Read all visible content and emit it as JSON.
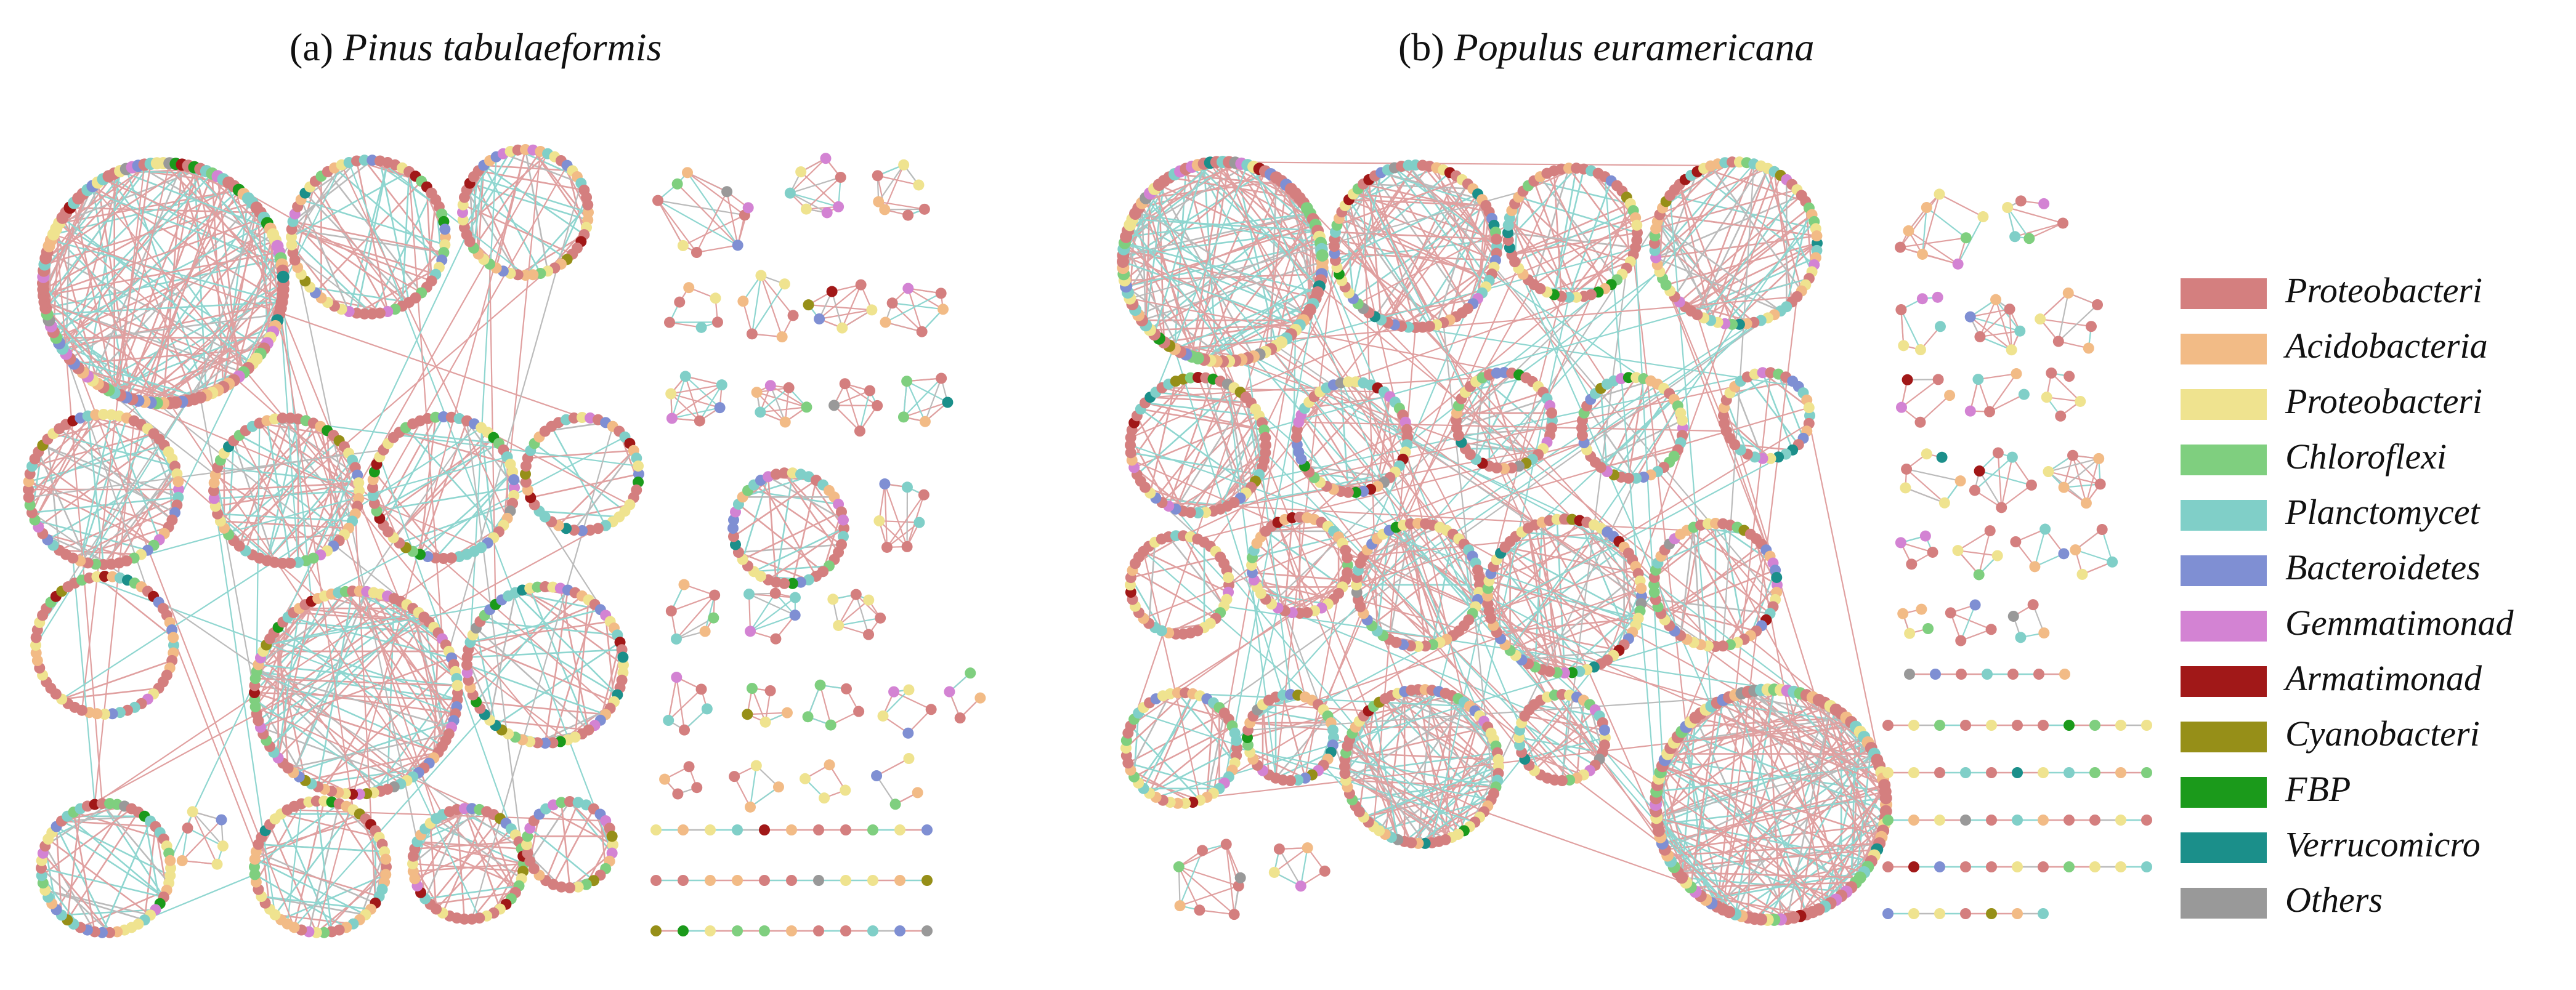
{
  "panels": [
    {
      "letter": "(a)",
      "species": "Pinus tabulaeformis"
    },
    {
      "letter": "(b)",
      "species": "Populus euramericana"
    }
  ],
  "legend": [
    {
      "label": "Proteobacteri",
      "color": "#d47f7f"
    },
    {
      "label": "Acidobacteria",
      "color": "#f2bb86"
    },
    {
      "label": "Proteobacteri",
      "color": "#efe38f"
    },
    {
      "label": "Chloroflexi",
      "color": "#7fcf7f"
    },
    {
      "label": "Planctomycet",
      "color": "#80cfc8"
    },
    {
      "label": "Bacteroidetes",
      "color": "#7f8fd3"
    },
    {
      "label": "Gemmatimonad",
      "color": "#d383d3"
    },
    {
      "label": "Armatimonad",
      "color": "#a11818"
    },
    {
      "label": "Cyanobacteri",
      "color": "#968f18"
    },
    {
      "label": "FBP",
      "color": "#1b9a1b"
    },
    {
      "label": "Verrucomicro",
      "color": "#1b8f8a"
    },
    {
      "label": "Others",
      "color": "#999999"
    }
  ],
  "edge_colors": {
    "positive": "#e0a0a0",
    "negative": "#8fd6d0",
    "other": "#bbbbbb"
  }
}
